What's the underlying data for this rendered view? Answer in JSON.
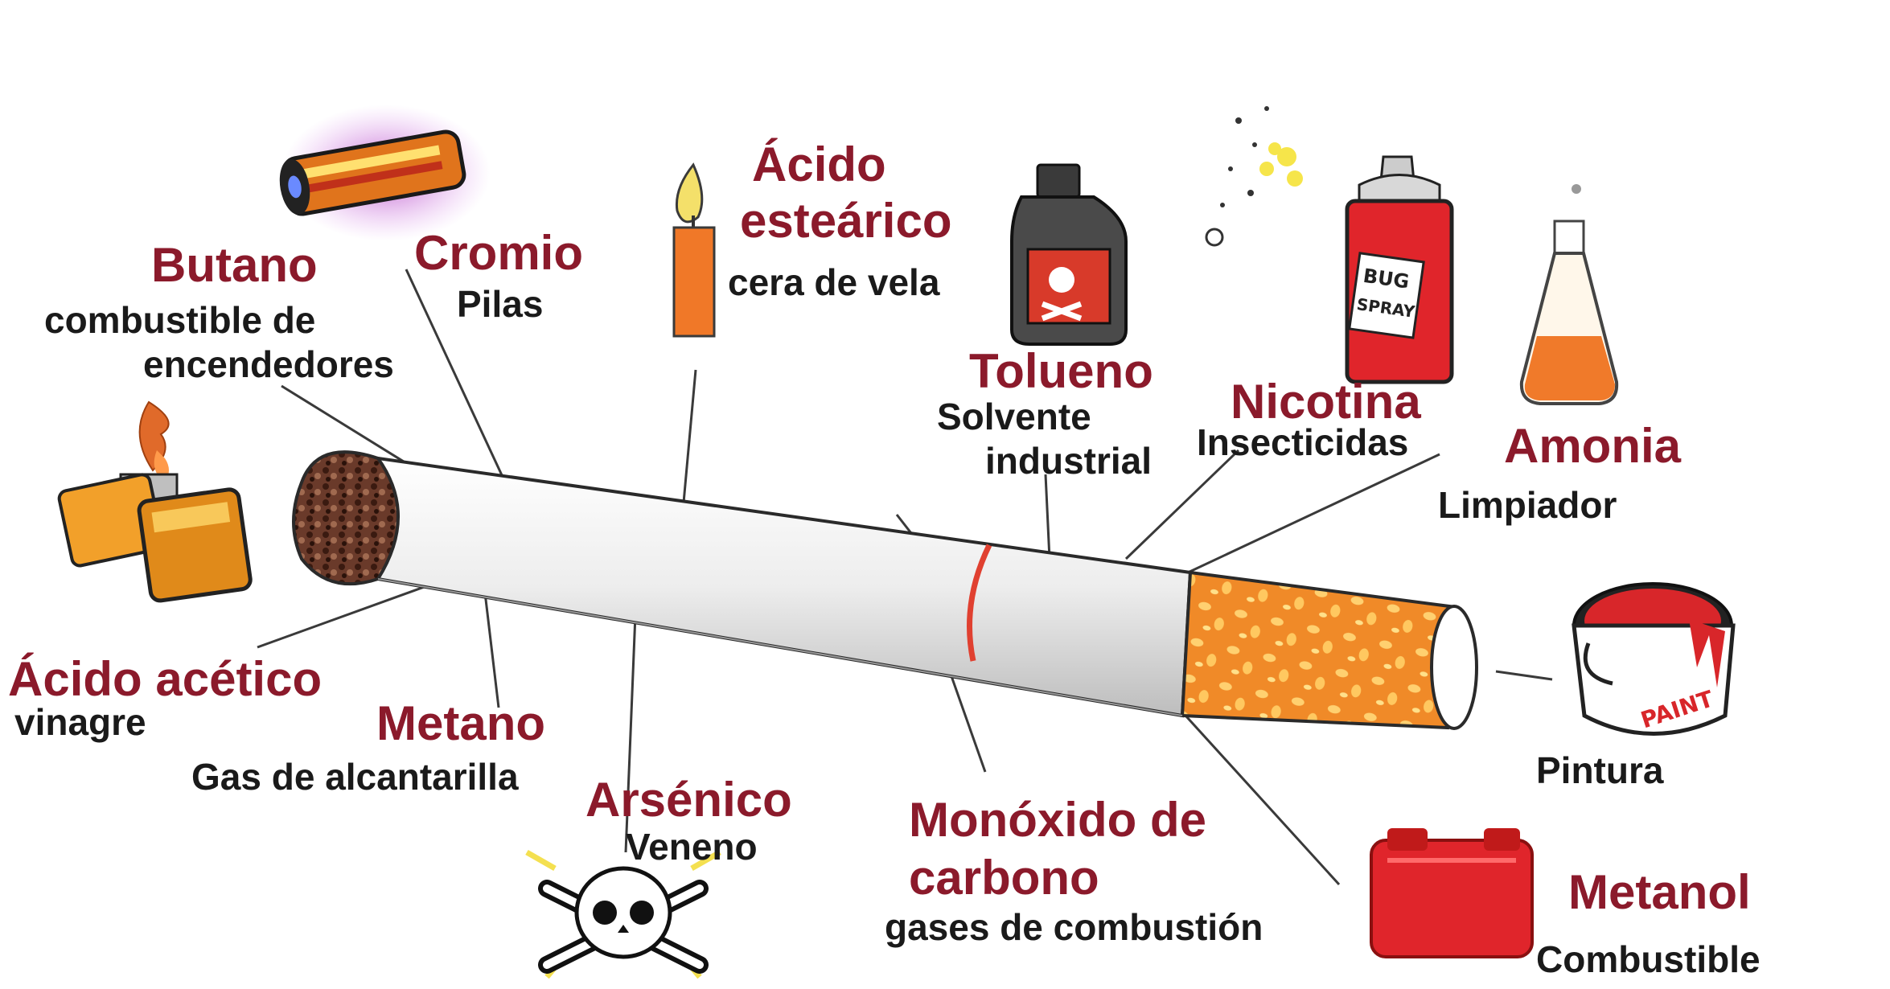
{
  "colors": {
    "label_red": "#8b1a2b",
    "desc_dark": "#1a1a1a",
    "leader_line": "#3a3a3a",
    "filter_orange": "#f08a28",
    "paper_white": "#f2f2f2",
    "can_red": "#e0252b"
  },
  "substances": [
    {
      "id": "butano",
      "name": "Butano",
      "use_line1": "combustible de",
      "use_line2": "encendedores",
      "icon": "lighter-icon"
    },
    {
      "id": "cromio",
      "name": "Cromio",
      "use": "Pilas",
      "icon": "battery-icon"
    },
    {
      "id": "estearico",
      "name_line1": "Ácido",
      "name_line2": "esteárico",
      "use": "cera de vela",
      "icon": "candle-icon"
    },
    {
      "id": "tolueno",
      "name": "Tolueno",
      "use_line1": "Solvente",
      "use_line2": "industrial",
      "icon": "poison-bottle-icon"
    },
    {
      "id": "nicotina",
      "name": "Nicotina",
      "use": "Insecticidas",
      "icon": "bug-spray-icon"
    },
    {
      "id": "amonia",
      "name": "Amonia",
      "use": "Limpiador",
      "icon": "flask-icon"
    },
    {
      "id": "acetico",
      "name": "Ácido acético",
      "use": "vinagre",
      "icon": ""
    },
    {
      "id": "metano",
      "name": "Metano",
      "use": "Gas de alcantarilla",
      "icon": ""
    },
    {
      "id": "arsenico",
      "name": "Arsénico",
      "use": "Veneno",
      "icon": "skull-crossbones-icon"
    },
    {
      "id": "monoxido",
      "name_line1": "Monóxido de",
      "name_line2": "carbono",
      "use": "gases de combustión",
      "icon": ""
    },
    {
      "id": "pintura",
      "use": "Pintura",
      "icon": "paint-can-icon",
      "can_text": "PAINT"
    },
    {
      "id": "metanol",
      "name": "Metanol",
      "use": "Combustible",
      "icon": "fuel-can-icon"
    }
  ],
  "icon_text": {
    "bug_spray_line1": "BUG",
    "bug_spray_line2": "SPRAY",
    "paint": "PAINT"
  }
}
